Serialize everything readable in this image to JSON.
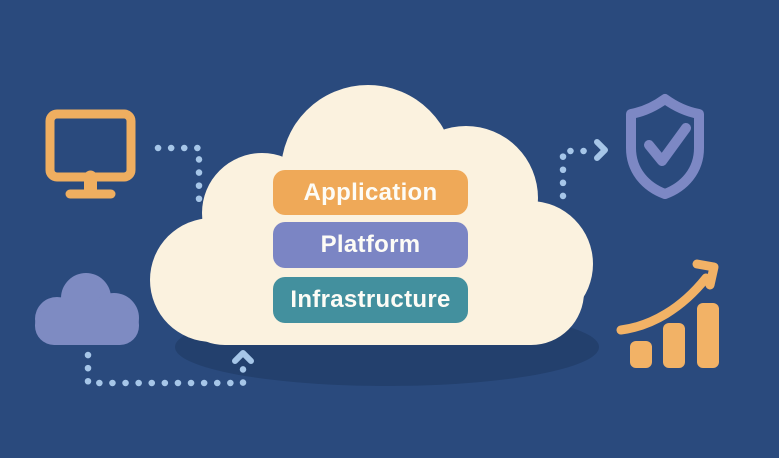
{
  "diagram": {
    "title": "cloud-computing-stack",
    "layers": [
      {
        "label": "Application",
        "color": "#efa958"
      },
      {
        "label": "Platform",
        "color": "#7b85c4"
      },
      {
        "label": "Infrastructure",
        "color": "#43909e"
      }
    ],
    "icons": [
      {
        "name": "monitor-icon",
        "position": "top-left",
        "color": "#efae60"
      },
      {
        "name": "cloud-icon",
        "position": "bottom-left",
        "color": "#7e8bc2"
      },
      {
        "name": "shield-check-icon",
        "position": "top-right",
        "color": "#7d88c4"
      },
      {
        "name": "growth-chart-icon",
        "position": "bottom-right",
        "color": "#f2b266"
      }
    ],
    "connectors": [
      {
        "name": "monitor-to-cloud",
        "style": "dotted"
      },
      {
        "name": "cloud-to-shield",
        "style": "dotted-arrow-right"
      },
      {
        "name": "cloud-icon-to-cloud",
        "style": "dotted-arrow-up"
      }
    ]
  },
  "colors": {
    "background": "#2a4a7d",
    "cloud_fill": "#fbf2df",
    "cloud_shadow": "#23406d",
    "dotted_line": "#a6c6e8",
    "label_text": "#fdfcf6"
  }
}
